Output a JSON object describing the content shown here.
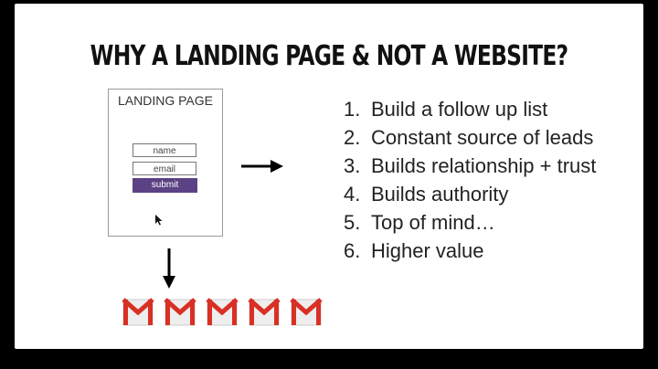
{
  "slide": {
    "title": "WHY A LANDING PAGE & NOT A WEBSITE?"
  },
  "mockup": {
    "title": "LANDING PAGE",
    "name_placeholder": "name",
    "email_placeholder": "email",
    "submit_label": "submit"
  },
  "reasons": [
    {
      "num": "1.",
      "text": "Build a follow up list"
    },
    {
      "num": "2.",
      "text": "Constant source of leads"
    },
    {
      "num": "3.",
      "text": "Builds relationship + trust"
    },
    {
      "num": "4.",
      "text": "Builds authority"
    },
    {
      "num": "5.",
      "text": "Top of mind…"
    },
    {
      "num": "6.",
      "text": "Higher value"
    }
  ],
  "icons": {
    "arrow_right": "arrow-right-icon",
    "arrow_down": "arrow-down-icon",
    "cursor": "cursor-icon",
    "mail": "gmail-icon"
  },
  "colors": {
    "submit_bg": "#5b4284",
    "gmail_red": "#d93025"
  }
}
